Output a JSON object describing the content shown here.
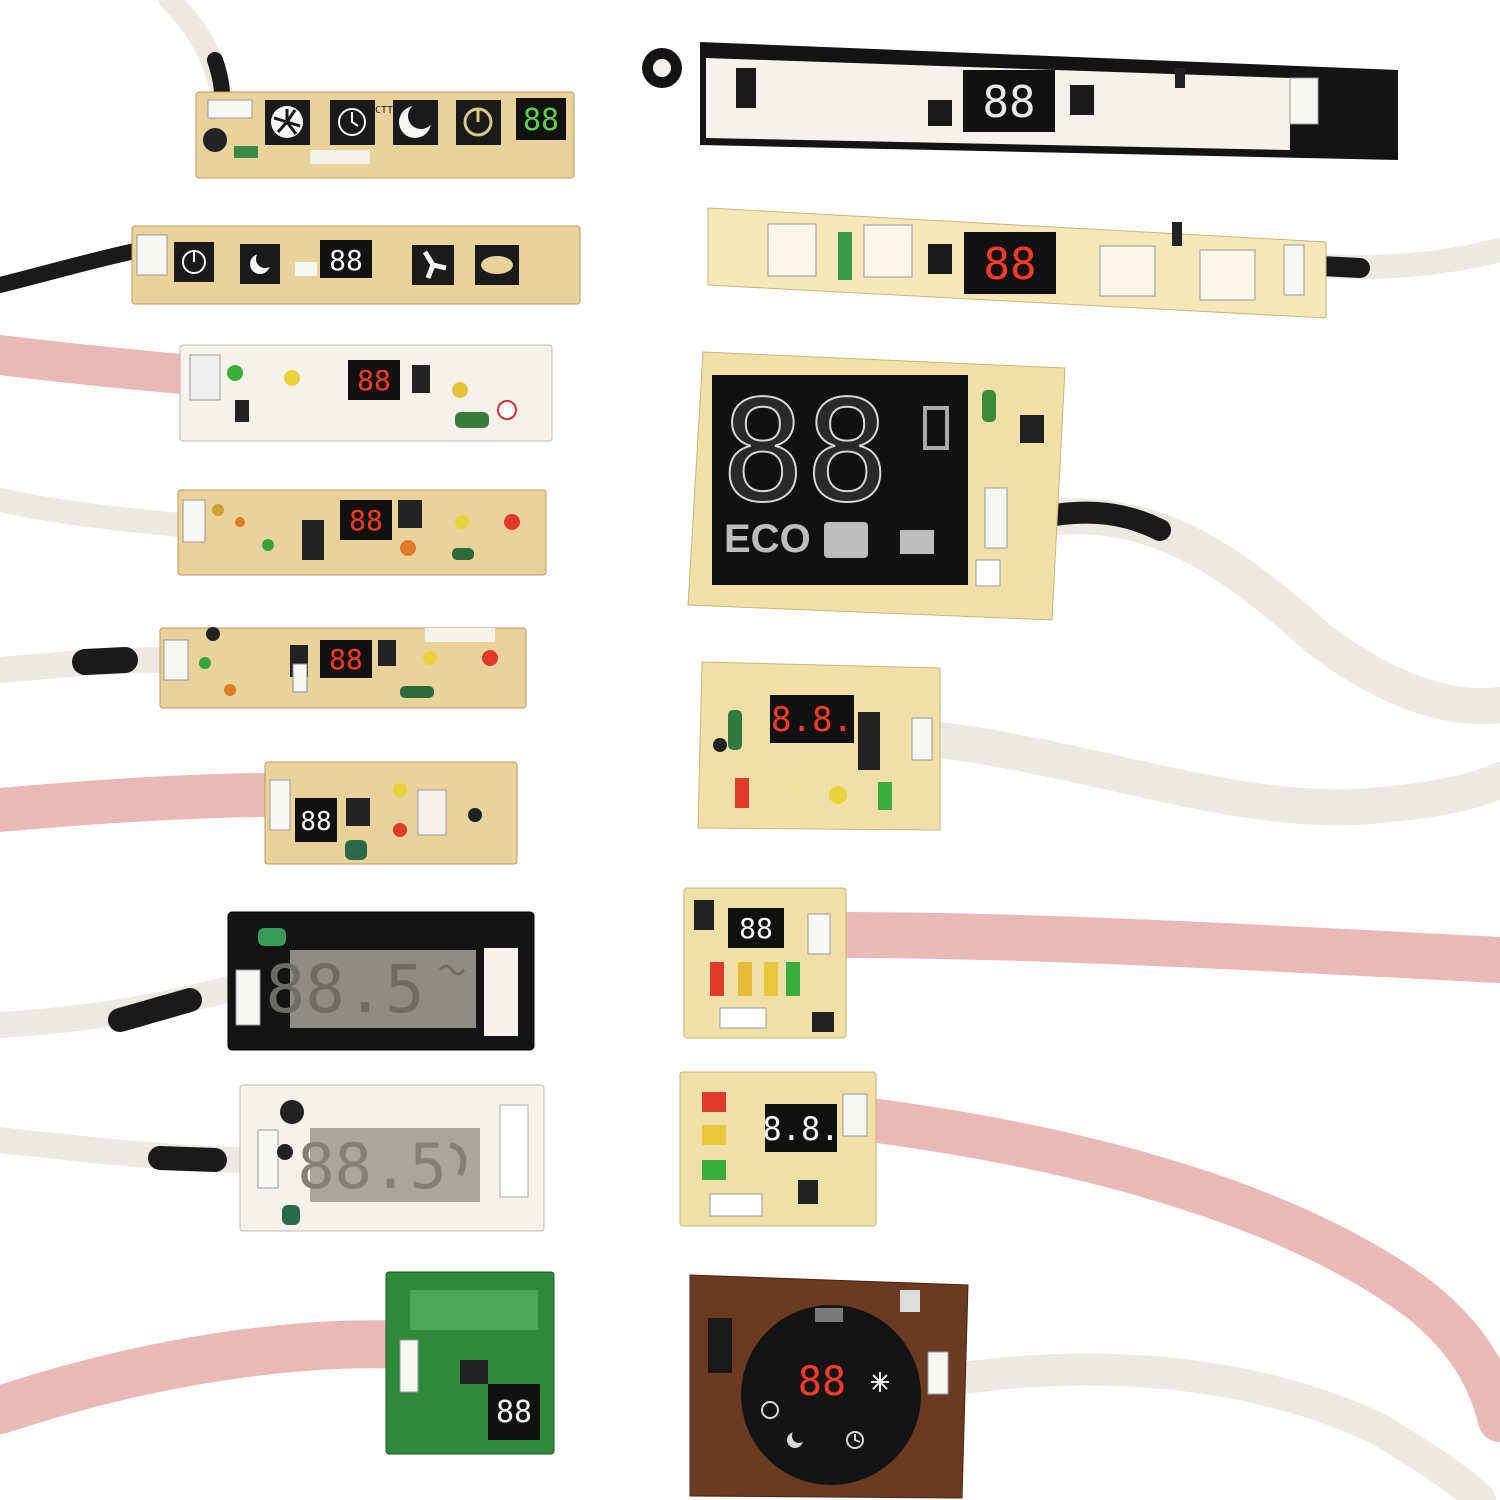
{
  "colors": {
    "background": "#ffffff",
    "pcb_tan": "#e9d39a",
    "pcb_white": "#f4f2ea",
    "pcb_black": "#141414",
    "pcb_green": "#2f8a3c",
    "pcb_brown": "#6b3a22",
    "led_red": "#ff3a2a",
    "ribbon_pink": "#e8b9b6",
    "cable_white": "#ece9e2"
  },
  "boards": [
    {
      "name": "board-1",
      "display": "88",
      "label": "CTT"
    },
    {
      "name": "board-2",
      "display": "88",
      "label": ""
    },
    {
      "name": "board-3",
      "display": "88",
      "label": ""
    },
    {
      "name": "board-4",
      "display": "88",
      "label": ""
    },
    {
      "name": "board-5",
      "display": "88",
      "label": ""
    },
    {
      "name": "board-6",
      "display": "88",
      "label": ""
    },
    {
      "name": "board-7",
      "display": "88.5",
      "label": ""
    },
    {
      "name": "board-8",
      "display": "88.5",
      "label": ""
    },
    {
      "name": "board-9",
      "display": "88",
      "label": ""
    },
    {
      "name": "board-10",
      "display": "88",
      "label": ""
    },
    {
      "name": "board-11",
      "display": "88",
      "label": ""
    },
    {
      "name": "board-12",
      "display": "88",
      "label": "ECO"
    },
    {
      "name": "board-13",
      "display": "8.8.",
      "label": ""
    },
    {
      "name": "board-14",
      "display": "88",
      "label": ""
    },
    {
      "name": "board-15",
      "display": "8.8.",
      "label": ""
    },
    {
      "name": "board-16",
      "display": "88",
      "label": ""
    }
  ],
  "icons": [
    "fan-icon",
    "timer-icon",
    "sleep-icon",
    "power-icon",
    "leaf-icon",
    "wave-icon",
    "snowflake-icon",
    "clock-icon",
    "moon-icon"
  ]
}
